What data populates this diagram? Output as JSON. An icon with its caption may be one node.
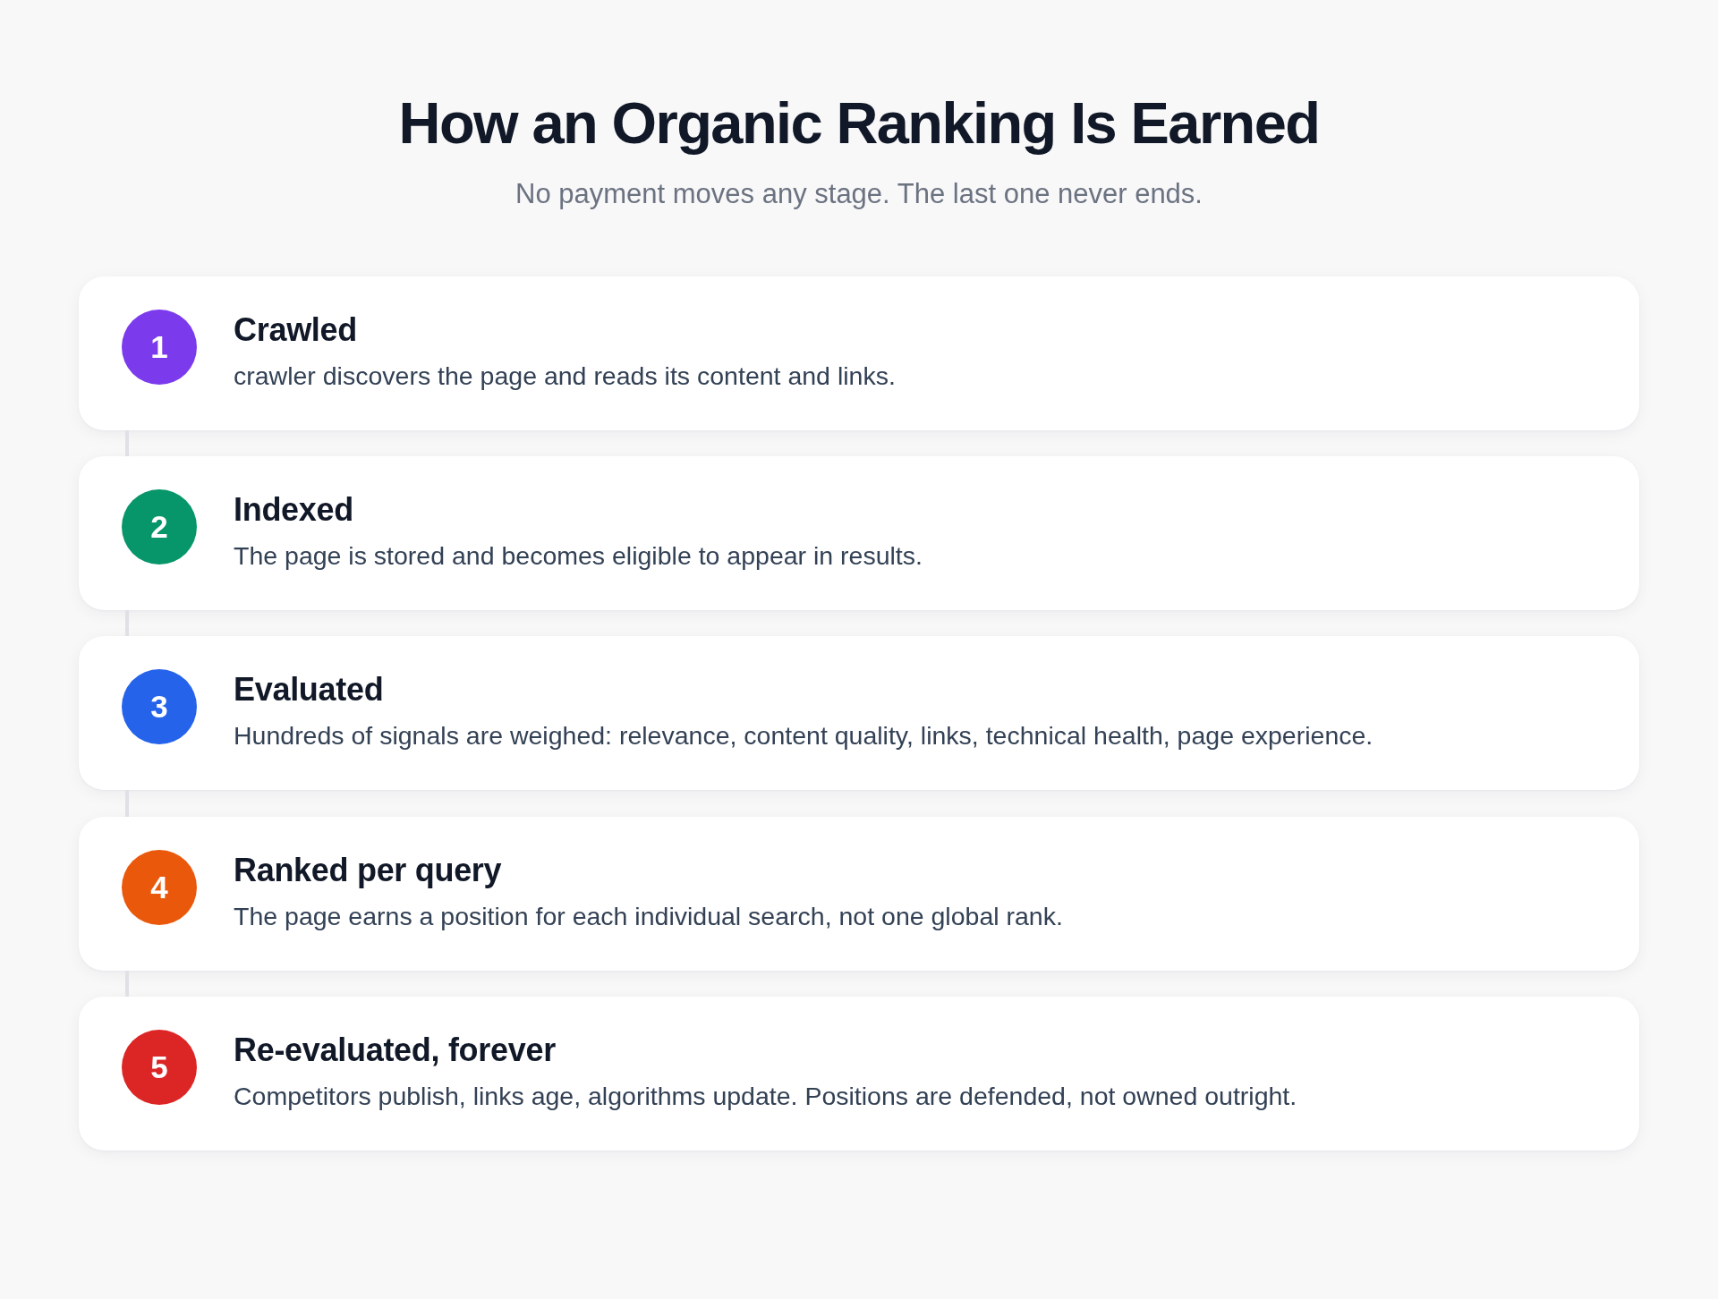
{
  "diagram": {
    "title": "How an Organic Ranking Is Earned",
    "nodes": [
      {
        "text": [
          "Crawled",
          "crawler discovers the page and reads its content and links."
        ]
      },
      {
        "text": [
          "1"
        ],
        "in": 0
      },
      {
        "text": [
          "Indexed",
          "The page is stored and becomes eligible to appear in results."
        ]
      },
      {
        "text": [
          "2"
        ],
        "in": 2
      },
      {
        "text": [
          "Evaluated",
          "Hundreds of signals are weighed: relevance, content quality, links, technical health, page experience."
        ]
      },
      {
        "text": [
          "3"
        ],
        "in": 4
      },
      {
        "text": [
          "Ranked per query",
          "The page earns a position for each individual search, not one global rank."
        ]
      },
      {
        "text": [
          "4"
        ],
        "in": 6
      },
      {
        "text": [
          "Re-evaluated, forever",
          "Competitors publish, links age, algorithms update. Positions are defended, not owned outright."
        ]
      },
      {
        "text": [
          "5"
        ],
        "in": 8
      }
    ],
    "edges": [
      {
        "from": 0,
        "to": 2,
        "arrow": "none"
      },
      {
        "from": 2,
        "to": 4,
        "arrow": "none"
      },
      {
        "from": 4,
        "to": 6,
        "arrow": "none"
      },
      {
        "from": 6,
        "to": 8,
        "arrow": "none"
      }
    ],
    "labels": [
      "No payment moves any stage. The last one never ends."
    ]
  }
}
